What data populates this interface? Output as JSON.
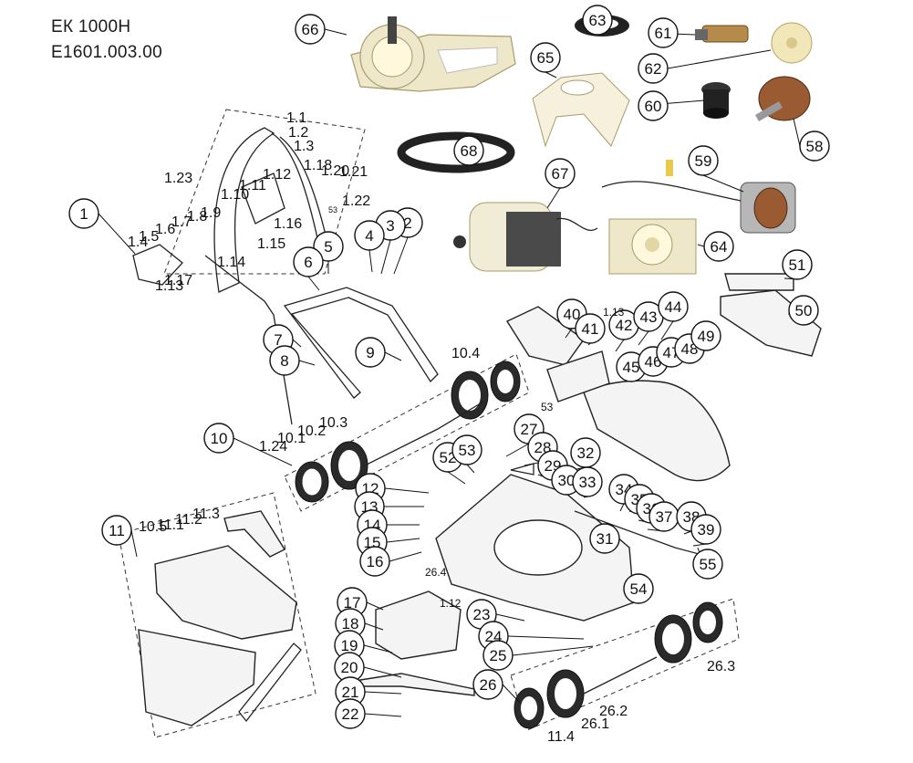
{
  "title": {
    "model": "ЕК 1000Н",
    "code": "E1601.003.00"
  },
  "labels": {
    "circled": [
      "66",
      "63",
      "65",
      "61",
      "62",
      "60",
      "58",
      "68",
      "67",
      "59",
      "64",
      "51",
      "50",
      "1",
      "2",
      "3",
      "4",
      "5",
      "6",
      "7",
      "8",
      "9",
      "40",
      "41",
      "42",
      "43",
      "44",
      "45",
      "46",
      "47",
      "48",
      "49",
      "10",
      "11",
      "12",
      "13",
      "14",
      "15",
      "16",
      "17",
      "18",
      "19",
      "20",
      "21",
      "22",
      "23",
      "24",
      "25",
      "26",
      "27",
      "28",
      "29",
      "30",
      "31",
      "32",
      "33",
      "34",
      "35",
      "36",
      "37",
      "38",
      "39",
      "52",
      "53",
      "54",
      "55"
    ],
    "plain": [
      "1.1",
      "1.2",
      "1.3",
      "1.4",
      "1.5",
      "1.6",
      "1.7",
      "1.8",
      "1.9",
      "1.10",
      "1.11",
      "1.12",
      "1.13",
      "1.14",
      "1.15",
      "1.16",
      "1.17",
      "1.18",
      "1.20",
      "1.21",
      "1.22",
      "1.23",
      "1.24",
      "10.1",
      "10.2",
      "10.3",
      "10.4",
      "10.5",
      "11.1",
      "11.2",
      "11.3",
      "11.4",
      "26.1",
      "26.2",
      "26.3",
      "26.4",
      "1.12",
      "1.13",
      "53",
      "53",
      "1.18"
    ]
  },
  "icons": [
    "motor-photo",
    "gearbox-photo",
    "belt-photo",
    "stator-photo",
    "rotor-photo",
    "fan-photo",
    "brush-photo",
    "washer-photo",
    "bearing-photo",
    "mount-photo",
    "housing-photo"
  ]
}
